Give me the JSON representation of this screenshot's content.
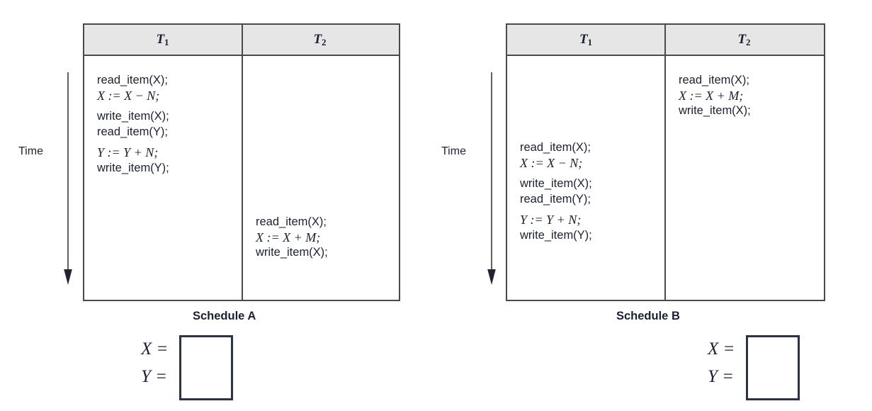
{
  "figure": {
    "time_label": "Time",
    "columns": [
      "T",
      "T"
    ],
    "column_subscripts": [
      "1",
      "2"
    ]
  },
  "schedules": [
    {
      "id": "schedule-a",
      "caption": "Schedule A",
      "header": {
        "t1": "T",
        "t1_sub": "1",
        "t2": "T",
        "t2_sub": "2"
      },
      "t1_ops": [
        "read_item(X);",
        "X := X − N;",
        "write_item(X);",
        "read_item(Y);",
        "Y := Y + N;",
        "write_item(Y);"
      ],
      "t2_ops": [
        "read_item(X);",
        "X := X + M;",
        "write_item(X);"
      ],
      "answer": {
        "x_label": "X =",
        "y_label": "Y =",
        "x_value": "",
        "y_value": ""
      }
    },
    {
      "id": "schedule-b",
      "caption": "Schedule B",
      "header": {
        "t1": "T",
        "t1_sub": "1",
        "t2": "T",
        "t2_sub": "2"
      },
      "t1_ops": [
        "read_item(X);",
        "X := X − N;",
        "write_item(X);",
        "read_item(Y);",
        "Y := Y + N;",
        "write_item(Y);"
      ],
      "t2_ops": [
        "read_item(X);",
        "X := X + M;",
        "write_item(X);"
      ],
      "answer": {
        "x_label": "X =",
        "y_label": "Y =",
        "x_value": "",
        "y_value": ""
      }
    }
  ],
  "colors": {
    "table_border": "#4a4a4a",
    "header_fill": "#e6e6e6",
    "text": "#1b2133",
    "answer_box_border": "#2b3247",
    "background": "#ffffff"
  }
}
